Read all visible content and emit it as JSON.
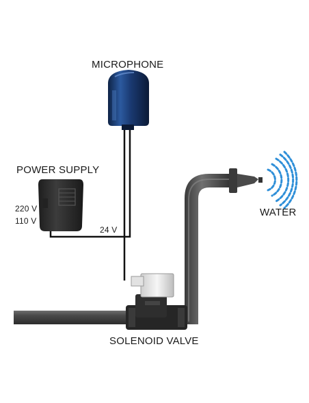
{
  "labels": {
    "microphone": "MICROPHONE",
    "power_supply": "POWER SUPPLY",
    "voltage_220": "220 V",
    "voltage_110": "110 V",
    "voltage_24": "24 V",
    "water": "WATER",
    "solenoid_valve": "SOLENOID VALVE"
  },
  "colors": {
    "pipe": "#4a4a4a",
    "pipe_highlight": "#8a8a8a",
    "microphone": "#1f3f7a",
    "power_supply": "#2e2e2e",
    "wire": "#111111",
    "water_spray": "#2f8fd8",
    "valve_body": "#2a2a2a",
    "valve_coil": "#e9e9e9"
  }
}
